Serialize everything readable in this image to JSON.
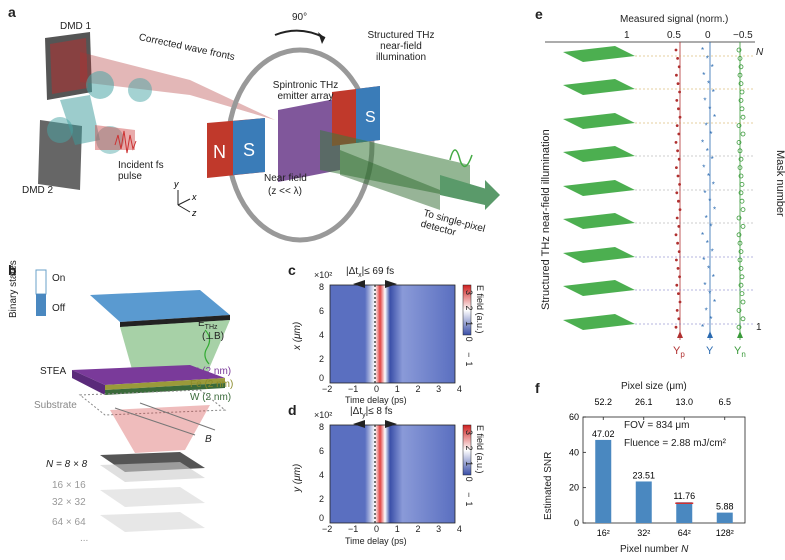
{
  "panels": {
    "a": {
      "label": "a",
      "dmd1": "DMD 1",
      "dmd2": "DMD 2",
      "corrected": "Corrected wave fronts",
      "angle": "90°",
      "emitter": "Spintronic THz emitter array",
      "structured": "Structured THz near-field illumination",
      "incident": "Incident fs pulse",
      "near_field": "Near field",
      "near_field_cond": "(z << λ)",
      "detector": "To single-pixel detector",
      "magnet_n": "N",
      "magnet_s": "S",
      "axes": [
        "y",
        "x",
        "z"
      ]
    },
    "b": {
      "label": "b",
      "binary_states": "Binary states",
      "on": "On",
      "off": "Off",
      "ethz": "E",
      "ethz_sub": "THz",
      "ethz_cond": "(⊥B)",
      "stea": "STEA",
      "layers": [
        "Pt (2 nm)",
        "Fe (2 nm)",
        "W (2 nm)"
      ],
      "substrate": "Substrate",
      "b_field": "B",
      "n_label": "N = 8 × 8",
      "sizes": [
        "16 × 16",
        "32 × 32",
        "64 × 64",
        "..."
      ]
    },
    "c": {
      "label": "c",
      "scale": "×10²",
      "delta": "|Δt",
      "delta_sub": "x",
      "delta_val": "|≤ 69 fs",
      "ylabel": "x (μm)",
      "xlabel": "Time delay (ps)",
      "cbar_label": "E field (a.u.)",
      "cbar_ticks": [
        "3",
        "2",
        "1",
        "0",
        "−1"
      ],
      "xticks": [
        "−2",
        "−1",
        "0",
        "1",
        "2",
        "3",
        "4"
      ],
      "yticks": [
        "8",
        "6",
        "4",
        "2",
        "0"
      ]
    },
    "d": {
      "label": "d",
      "scale": "×10²",
      "delta": "|Δt",
      "delta_sub": "y",
      "delta_val": "|≤ 8 fs",
      "ylabel": "y (μm)",
      "xlabel": "Time delay (ps)",
      "cbar_label": "E field (a.u.)",
      "cbar_ticks": [
        "3",
        "2",
        "1",
        "0",
        "−1"
      ],
      "xticks": [
        "−2",
        "−1",
        "0",
        "1",
        "2",
        "3",
        "4"
      ],
      "yticks": [
        "8",
        "6",
        "4",
        "2",
        "0"
      ]
    },
    "e": {
      "label": "e",
      "title": "Measured signal (norm.)",
      "ticks": [
        "1",
        "0.5",
        "0",
        "−0.5"
      ],
      "ylabel": "Structured THz near-field illumination",
      "mask_number": "Mask number",
      "n_top": "N",
      "n_bottom": "1",
      "series_labels": [
        "Y",
        "Y",
        "Y"
      ],
      "series_subs": [
        "p",
        "",
        "n"
      ]
    },
    "f": {
      "label": "f",
      "top_axis": "Pixel size (μm)",
      "fov": "FOV = 834 μm",
      "fluence": "Fluence = 2.88 mJ/cm²",
      "ylabel": "Estimated SNR",
      "xlabel_prefix": "Pixel number ",
      "xlabel_var": "N",
      "yticks": [
        "60",
        "40",
        "20",
        "0"
      ]
    }
  },
  "chart_data": {
    "type": "bar",
    "categories": [
      "16²",
      "32²",
      "64²",
      "128²"
    ],
    "pixel_size": [
      "52.2",
      "26.1",
      "13.0",
      "6.5"
    ],
    "values": [
      47.02,
      23.51,
      11.76,
      5.88
    ],
    "value_labels": [
      "47.02",
      "23.51",
      "11.76",
      "5.88"
    ],
    "ylim": [
      0,
      60
    ],
    "color": "#4a88c0"
  }
}
